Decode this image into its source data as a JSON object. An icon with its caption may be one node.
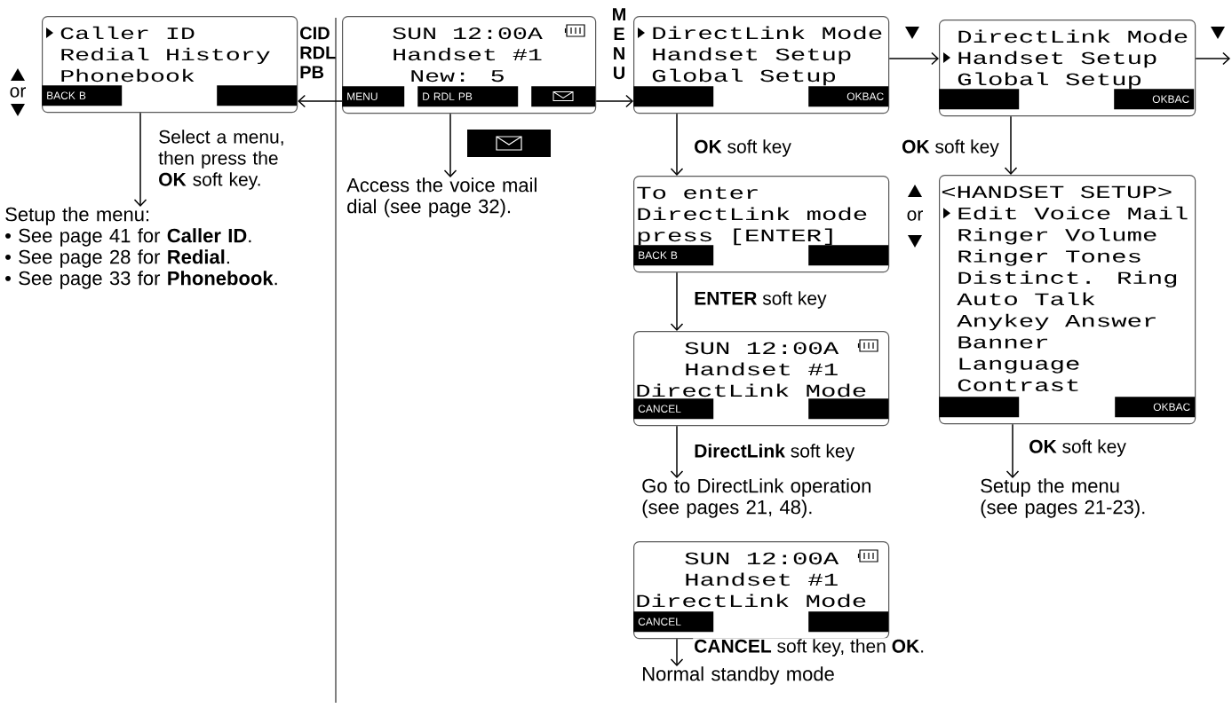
{
  "diagram": {
    "nodes": [
      {
        "text": [
          "Caller ID",
          "Redial History",
          "Phonebook"
        ]
      },
      {
        "text": [
          "BACK B"
        ],
        "in": 0
      },
      {
        "text": [],
        "shape": "bar",
        "in": 0
      },
      {
        "text": [
          "SUN 12:00A",
          "Handset #1",
          "New: 5"
        ]
      },
      {
        "text": [
          "MENU"
        ],
        "in": 3
      },
      {
        "text": [
          "D RDL PB"
        ],
        "in": 3
      },
      {
        "text": [],
        "shape": "bar",
        "in": 3
      },
      {
        "text": [
          "DirectLink Mode",
          "Handset Setup",
          "Global Setup"
        ]
      },
      {
        "text": [],
        "shape": "bar",
        "in": 7
      },
      {
        "text": [
          "OKBAC"
        ],
        "in": 7
      },
      {
        "text": [
          "DirectLink Mode",
          "Handset Setup",
          "Global Setup"
        ]
      },
      {
        "text": [],
        "shape": "bar",
        "in": 10
      },
      {
        "text": [
          "OKBAC"
        ],
        "in": 10
      },
      {
        "text": [
          "Setup the menu:",
          "• See page 41 for **Caller ID**.",
          "• See page 28 for **Redial**.",
          "• See page 33 for **Phonebook**."
        ]
      },
      {
        "text": [
          "Access the voice mail dial (see page 32)."
        ]
      },
      {
        "text": [
          "To enter",
          "DirectLink mode",
          "press [ENTER]"
        ]
      },
      {
        "text": [
          "BACK B"
        ],
        "in": 15
      },
      {
        "text": [],
        "shape": "bar",
        "in": 15
      },
      {
        "text": [
          "<HANDSET SETUP>",
          "Edit Voice Mail",
          "Ringer Volume",
          "Ringer Tones",
          "Distinct. Ring",
          "Auto Talk",
          "Anykey Answer",
          "Banner",
          "Language",
          "Contrast"
        ]
      },
      {
        "text": [],
        "shape": "bar",
        "in": 18
      },
      {
        "text": [
          "OKBAC"
        ],
        "in": 18
      },
      {
        "text": [
          "SUN 12:00A",
          "Handset #1",
          "DirectLink Mode"
        ]
      },
      {
        "text": [
          "CANCEL"
        ],
        "in": 21
      },
      {
        "text": [],
        "shape": "bar",
        "in": 21
      },
      {
        "text": [
          "Go to DirectLink operation (see pages 21, 48)."
        ]
      },
      {
        "text": [
          "SUN 12:00A",
          "Handset #1",
          "DirectLink Mode"
        ]
      },
      {
        "text": [
          "CANCEL"
        ],
        "in": 25
      },
      {
        "text": [],
        "shape": "bar",
        "in": 25
      },
      {
        "text": [
          "Setup the menu (see pages 21-23)."
        ]
      },
      {
        "text": [
          "Normal standby mode"
        ]
      }
    ],
    "edges": [
      {
        "from": 3,
        "to": 0,
        "arrow": "to",
        "label": "CID RDL PB"
      },
      {
        "from": 3,
        "to": 7,
        "arrow": "to",
        "label": "MENU"
      },
      {
        "from": 7,
        "to": 10,
        "arrow": "to"
      },
      {
        "from": 10,
        "to": null,
        "arrow": "to"
      },
      {
        "from": 0,
        "to": 13,
        "arrow": "to",
        "label": "Select a menu, then press the **OK** soft key."
      },
      {
        "from": 3,
        "to": 14,
        "arrow": "to"
      },
      {
        "from": 7,
        "to": 15,
        "arrow": "to",
        "label": "**OK** soft key"
      },
      {
        "from": 10,
        "to": 18,
        "arrow": "to",
        "label": "**OK** soft key"
      },
      {
        "from": 15,
        "to": 21,
        "arrow": "to",
        "label": "**ENTER** soft key"
      },
      {
        "from": 21,
        "to": 24,
        "arrow": "to",
        "label": "**DirectLink** soft key"
      },
      {
        "from": 18,
        "to": 28,
        "arrow": "to",
        "label": "**OK** soft key"
      },
      {
        "from": 25,
        "to": 29,
        "arrow": "to",
        "label": "**CANCEL** soft key, then **OK**."
      }
    ],
    "labels": [
      "or",
      "or"
    ]
  }
}
